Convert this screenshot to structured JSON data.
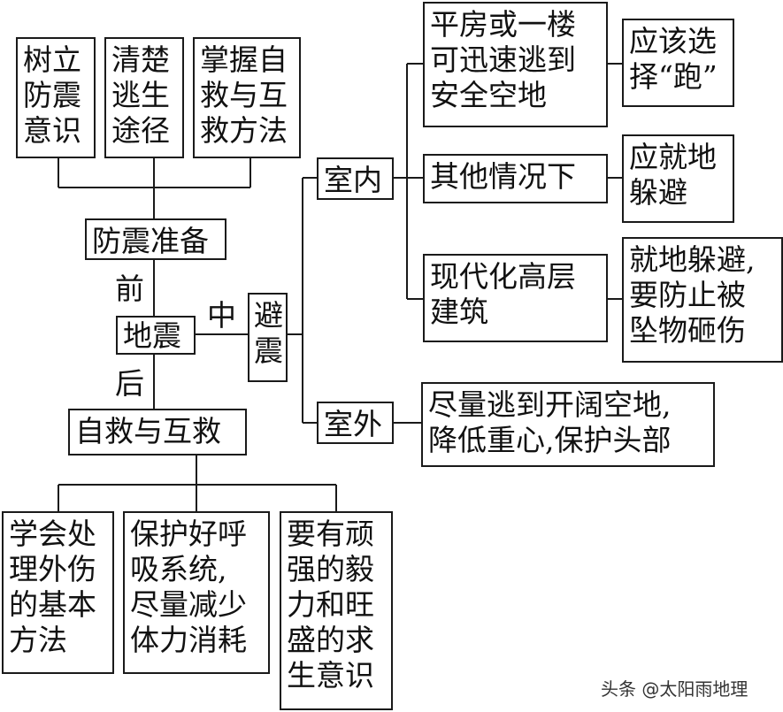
{
  "diagram": {
    "before": {
      "items": [
        "树立\n防震\n意识",
        "清楚\n逃生\n途径",
        "掌握自\n救与互\n救方法"
      ],
      "hub": "防震准备",
      "edge_label": "前"
    },
    "center": "地震",
    "during": {
      "edge_label": "中",
      "hub": "避\n震",
      "indoor": {
        "label": "室内",
        "cases": [
          {
            "situation": "平房或一楼\n可迅速逃到\n安全空地",
            "action": "应该选\n择“跑”"
          },
          {
            "situation": "其他情况下",
            "action": "应就地\n躲避"
          },
          {
            "situation": "现代化高层\n建筑",
            "action": "就地躲避,\n要防止被\n坠物砸伤"
          }
        ]
      },
      "outdoor": {
        "label": "室外",
        "action": "尽量逃到开阔空地,\n降低重心,保护头部"
      }
    },
    "after": {
      "edge_label": "后",
      "hub": "自救与互救",
      "items": [
        "学会处\n理外伤\n的基本\n方法",
        "保护好呼\n吸系统,\n尽量减少\n体力消耗",
        "要有顽\n强的毅\n力和旺\n盛的求\n生意识"
      ]
    }
  },
  "watermark": "头条 @太阳雨地理"
}
